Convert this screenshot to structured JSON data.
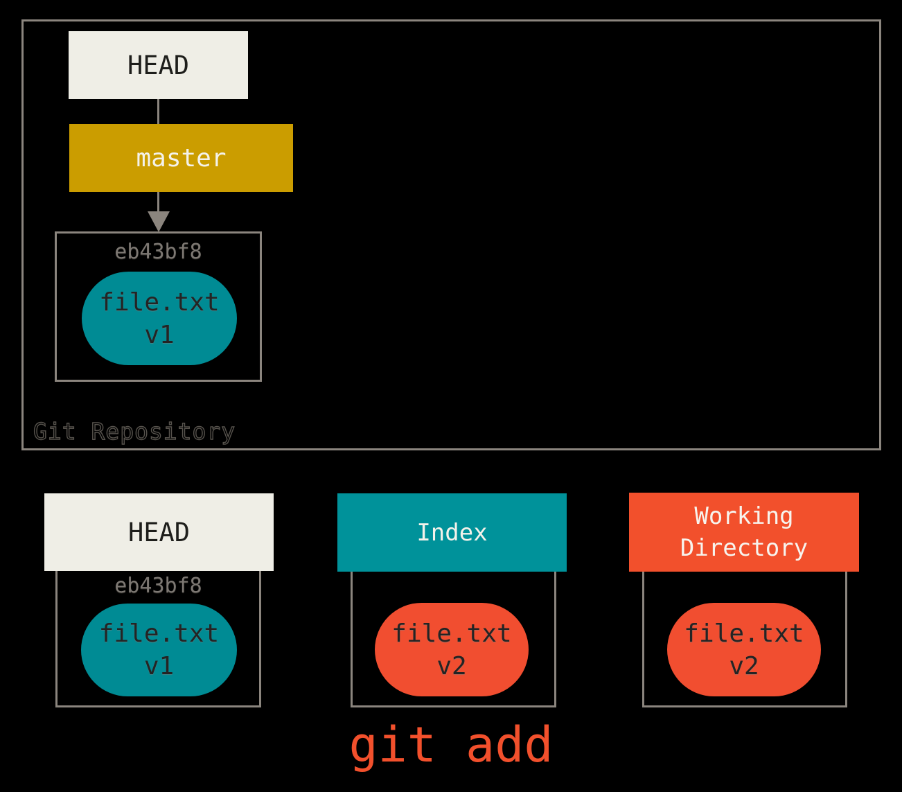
{
  "repository": {
    "label": "Git Repository",
    "head": "HEAD",
    "branch": "master",
    "commit": {
      "hash": "eb43bf8",
      "file_name": "file.txt",
      "file_version": "v1"
    }
  },
  "columns": {
    "head": {
      "title": "HEAD",
      "commit_hash": "eb43bf8",
      "file_name": "file.txt",
      "file_version": "v1"
    },
    "index": {
      "title": "Index",
      "file_name": "file.txt",
      "file_version": "v2"
    },
    "working_directory": {
      "title": "Working Directory",
      "file_name": "file.txt",
      "file_version": "v2"
    }
  },
  "command": {
    "text": "git add"
  },
  "colors": {
    "background": "#000000",
    "box_border_gray": "#8B857E",
    "head_cream": "#EFEEE6",
    "branch_gold": "#CB9D00",
    "index_teal": "#00929A",
    "working_orange": "#F2502C",
    "blob_teal": "#008B94",
    "blob_orange": "#F14E30",
    "hash_gray": "#7D7873",
    "command_orange": "#F2502C"
  }
}
